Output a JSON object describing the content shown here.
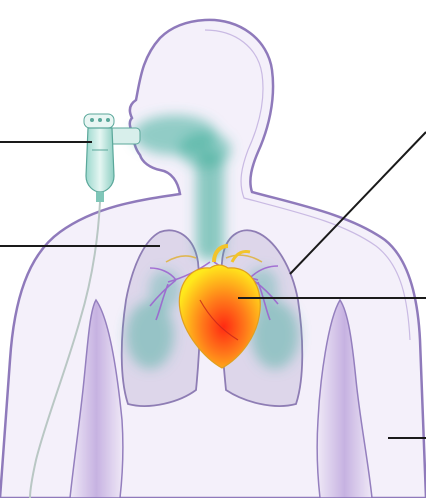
{
  "figure": {
    "background": "#ffffff",
    "colors": {
      "body_outline": "#8a73b8",
      "body_fill": "#f4f0fa",
      "aerosol": "#3fae9a",
      "lung_fill": "#d9d2e8",
      "lung_outline": "#7d6aa8",
      "vessels": "#9b5fd0",
      "heart_inner": "#ff3b1a",
      "heart_outer": "#ffe21a",
      "nebulizer": "#bfe7e1",
      "nebulizer_dark": "#5aa79a",
      "tubing": "#b9c7c4",
      "leader_line": "#1a1a1a",
      "arm_shade": "#b9a3d8"
    },
    "icons": {
      "device": "nebulizer-icon",
      "organ_heart": "heart-icon",
      "organ_lungs": "lungs-icon"
    },
    "callouts": [
      {
        "name": "nebulizer-callout"
      },
      {
        "name": "lung-callout"
      },
      {
        "name": "airway-callout"
      },
      {
        "name": "heart-callout"
      },
      {
        "name": "arm-callout"
      }
    ]
  }
}
